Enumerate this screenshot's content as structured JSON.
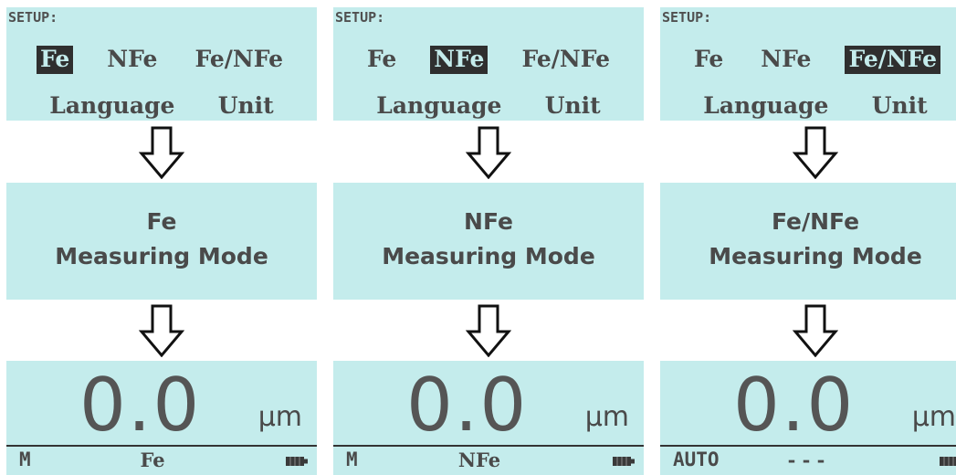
{
  "setup_label": "SETUP:",
  "mode_options": [
    "Fe",
    "NFe",
    "Fe/NFe"
  ],
  "language_label": "Language",
  "unit_label": "Unit",
  "measuring_mode_label": "Measuring Mode",
  "reading_unit": "µm",
  "panels": [
    {
      "selected_option": "Fe",
      "mode_title": "Fe",
      "reading": "0.0",
      "status_left": "M",
      "status_mode": "Fe"
    },
    {
      "selected_option": "NFe",
      "mode_title": "NFe",
      "reading": "0.0",
      "status_left": "M",
      "status_mode": "NFe"
    },
    {
      "selected_option": "Fe/NFe",
      "mode_title": "Fe/NFe",
      "reading": "0.0",
      "status_left": "AUTO",
      "status_mode": "- - -"
    }
  ],
  "colors": {
    "lcd_background": "#c4ecec",
    "lcd_text": "#4a4a4a",
    "highlight_background": "#2f2f2f"
  },
  "icons": [
    "down-arrow-icon",
    "battery-icon"
  ]
}
